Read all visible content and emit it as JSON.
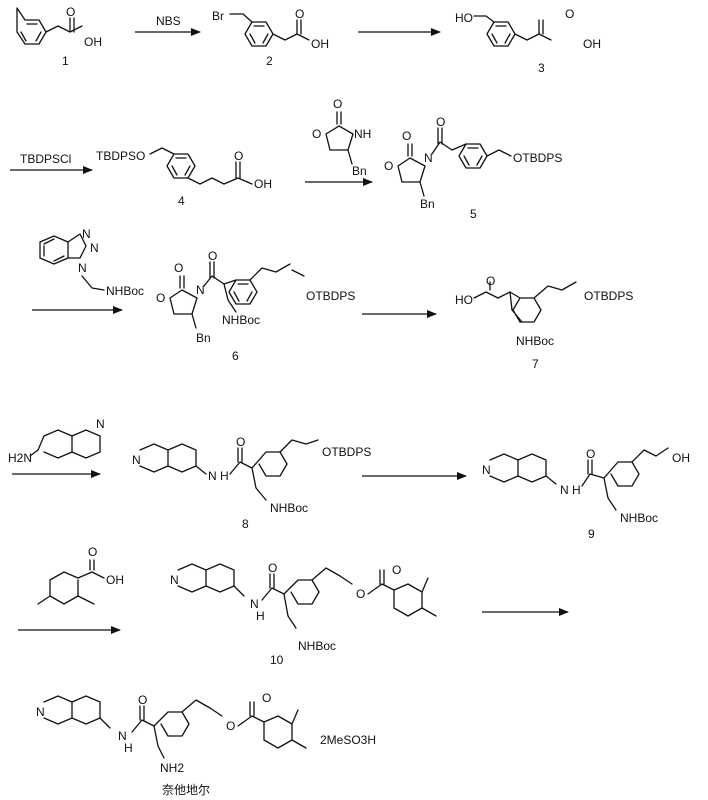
{
  "compounds": {
    "c1": {
      "number": "1",
      "labels": {
        "oh": "OH",
        "o": "O"
      }
    },
    "c2": {
      "number": "2",
      "labels": {
        "br": "Br",
        "oh": "OH",
        "o": "O"
      }
    },
    "c3": {
      "number": "3",
      "labels": {
        "ho": "HO",
        "oh": "OH",
        "o": "O"
      }
    },
    "c4": {
      "number": "4",
      "labels": {
        "tbdpso": "TBDPSO",
        "oh": "OH",
        "o": "O"
      }
    },
    "c5": {
      "number": "5",
      "labels": {
        "o1": "O",
        "o2": "O",
        "n": "N",
        "o3": "O",
        "bn": "Bn",
        "otbdps": "OTBDPS"
      }
    },
    "c6": {
      "number": "6",
      "labels": {
        "o1": "O",
        "o2": "O",
        "n": "N",
        "o3": "O",
        "bn": "Bn",
        "nhboc": "NHBoc",
        "otbdps": "OTBDPS"
      }
    },
    "c7": {
      "number": "7",
      "labels": {
        "ho": "HO",
        "o": "O",
        "nhboc": "NHBoc",
        "otbdps": "OTBDPS"
      }
    },
    "c8": {
      "number": "8",
      "labels": {
        "n": "N",
        "nh": "N",
        "h": "H",
        "o": "O",
        "nhboc": "NHBoc",
        "otbdps": "OTBDPS"
      }
    },
    "c9": {
      "number": "9",
      "labels": {
        "n": "N",
        "nh": "N",
        "h": "H",
        "o": "O",
        "nhboc": "NHBoc",
        "oh": "OH"
      }
    },
    "c10": {
      "number": "10",
      "labels": {
        "n": "N",
        "nh": "N",
        "h": "H",
        "o": "O",
        "nhboc": "NHBoc",
        "o2": "O",
        "o3": "O"
      }
    },
    "final": {
      "name": "奈他地尔",
      "salt": "2MeSO3H",
      "labels": {
        "n": "N",
        "nh": "N",
        "h": "H",
        "o": "O",
        "nh2": "NH2",
        "o2": "O",
        "o3": "O"
      }
    }
  },
  "reagents": {
    "nbs": "NBS",
    "tbdpscl": "TBDPSCl",
    "oxazolidinone": {
      "o1": "O",
      "o2": "O",
      "nh": "NH",
      "bn": "Bn"
    },
    "benzotriazole": {
      "n1": "N",
      "n2": "N",
      "n3": "N",
      "nhboc": "NHBoc"
    },
    "aminoisoquinoline": {
      "h2n": "H2N",
      "n": "N"
    },
    "dimethylbenzoic": {
      "o": "O",
      "oh": "OH"
    }
  }
}
